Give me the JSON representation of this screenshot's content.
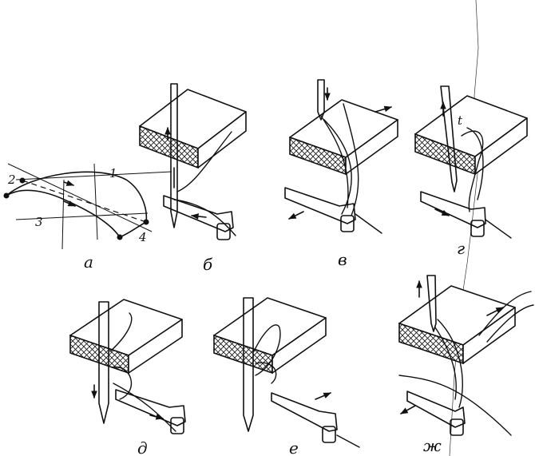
{
  "figure": {
    "panel_labels": [
      "а",
      "б",
      "в",
      "г",
      "д",
      "е",
      "ж"
    ],
    "diagram_numbers": [
      "1",
      "2",
      "3",
      "4"
    ],
    "loop_marker": "t"
  }
}
